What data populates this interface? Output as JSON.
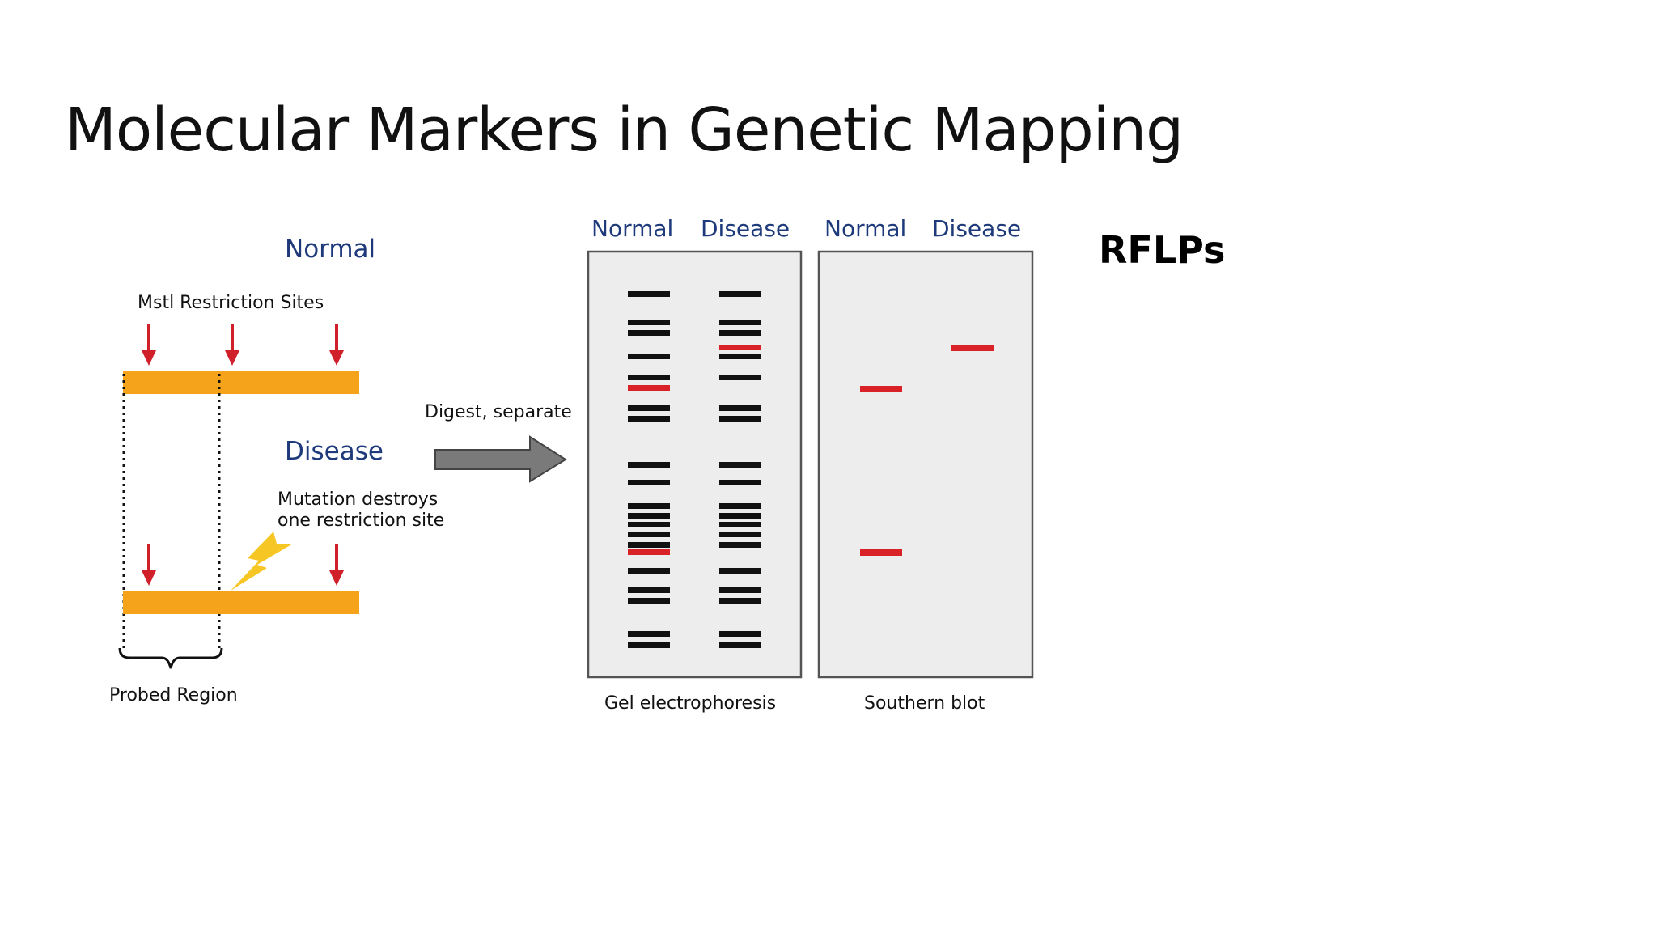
{
  "slide": {
    "title": "Molecular Markers in Genetic Mapping",
    "side_label": "RFLPs"
  },
  "diagram": {
    "left_panel": {
      "normal_heading": "Normal",
      "restriction_sites_label": "Mstl Restriction Sites",
      "disease_heading": "Disease",
      "mutation_note_line1": "Mutation destroys",
      "mutation_note_line2": "one restriction site",
      "probed_region_label": "Probed Region"
    },
    "process_arrow_label": "Digest, separate",
    "gel": {
      "col_normal": "Normal",
      "col_disease": "Disease",
      "caption": "Gel electrophoresis"
    },
    "blot": {
      "col_normal": "Normal",
      "col_disease": "Disease",
      "caption": "Southern blot"
    },
    "colors": {
      "dna_bar": "#F5A31A",
      "arrow_red": "#D0202A",
      "band_black": "#111111",
      "band_red": "#D92128",
      "heading_blue": "#1E3A7B",
      "panel_fill": "#EDEDED",
      "panel_border": "#555555",
      "process_arrow": "#7A7A7A",
      "lightning": "#F6C724"
    }
  }
}
